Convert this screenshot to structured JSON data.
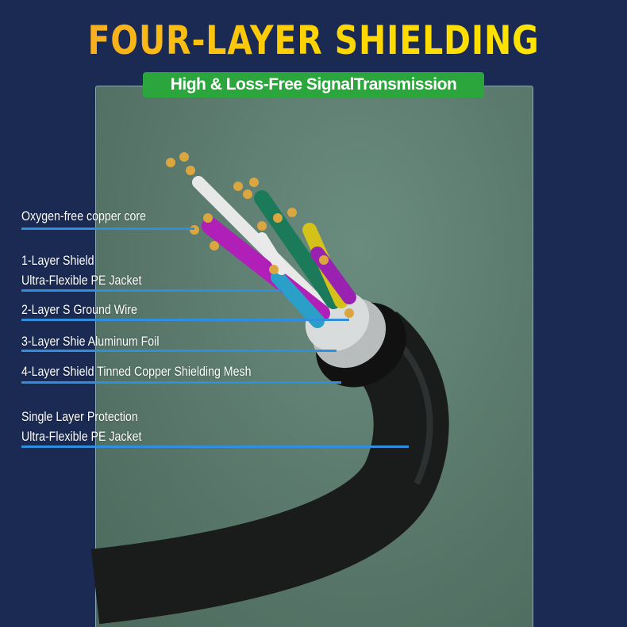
{
  "title": "FOUR-LAYER SHIELDING",
  "subtitle": "High & Loss-Free SignalTransmission",
  "labels": [
    {
      "lines": [
        "Oxygen-free copper core"
      ]
    },
    {
      "lines": [
        "1-Layer Shield",
        "Ultra-Flexible PE Jacket"
      ]
    },
    {
      "lines": [
        "2-Layer S Ground Wire"
      ]
    },
    {
      "lines": [
        "3-Layer Shie Aluminum Foil"
      ]
    },
    {
      "lines": [
        "4-Layer Shield Tinned Copper Shielding Mesh"
      ]
    },
    {
      "lines": [
        "Single Layer Protection",
        "Ultra-Flexible PE Jacket"
      ]
    }
  ],
  "colors": {
    "background": "#1a2a53",
    "title": "#ffc400",
    "badge": "#2aa63c",
    "leader_line": "#2f8fdc",
    "panel": "#5b7a6e"
  }
}
